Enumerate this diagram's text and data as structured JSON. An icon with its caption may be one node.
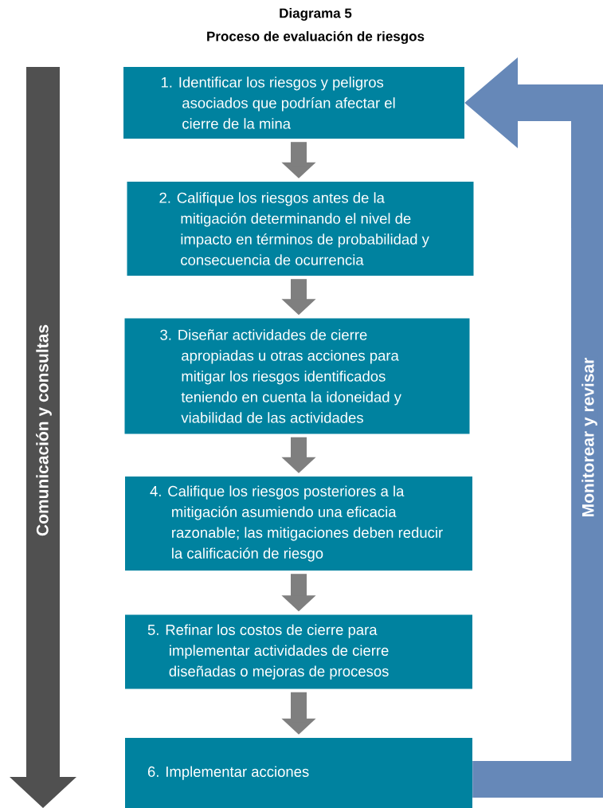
{
  "diagram": {
    "title": "Diagrama 5",
    "nodes": [
      {
        "text": [
          "1. Identificar los riesgos y peligros asociados que podrían afectar el cierre de la mina"
        ]
      },
      {
        "text": [
          "2. Califique los riesgos antes de la mitigación determinando el nivel de impacto en términos de probabilidad y consecuencia de ocurrencia"
        ]
      },
      {
        "text": [
          "3. Diseñar actividades de cierre apropiadas u otras acciones para mitigar los riesgos identificados teniendo en cuenta la idoneidad y viabilidad de las actividades"
        ]
      },
      {
        "text": [
          "4. Califique los riesgos posteriores a la mitigación asumiendo una eficacia razonable; las mitigaciones deben reducir la calificación de riesgo"
        ]
      },
      {
        "text": [
          "5. Refinar los costos de cierre para implementar actividades de cierre diseñadas o mejoras de procesos"
        ]
      },
      {
        "text": [
          "6. Implementar acciones"
        ]
      }
    ],
    "edges": [
      {
        "from": 0,
        "to": 1,
        "arrow": "to"
      },
      {
        "from": 1,
        "to": 2,
        "arrow": "to"
      },
      {
        "from": 2,
        "to": 3,
        "arrow": "to"
      },
      {
        "from": 3,
        "to": 4,
        "arrow": "to"
      },
      {
        "from": 4,
        "to": 5,
        "arrow": "to"
      },
      {
        "from": 5,
        "to": 0,
        "arrow": "to",
        "label": "Monitorear y revisar",
        "style": "thick",
        "color": "#6688b8"
      }
    ],
    "labels": [
      "Proceso de evaluación de riesgos",
      "Comunicación y consultas"
    ]
  }
}
